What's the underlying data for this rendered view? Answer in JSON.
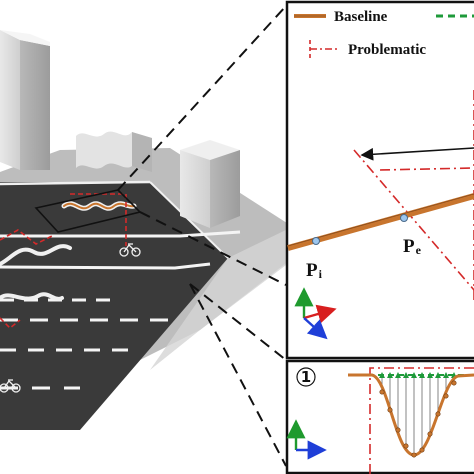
{
  "legend": {
    "baseline_label": "Baseline",
    "problematic_label": "Problematic"
  },
  "points": {
    "p_i": {
      "main": "P",
      "sub": "i"
    },
    "p_e": {
      "main": "P",
      "sub": "e"
    }
  },
  "detail": {
    "step_number": "①"
  },
  "colors": {
    "baseline": "#c8752e",
    "problematic": "#d42a2a",
    "green_curve": "#1e9a3a",
    "road": "#3a3a3a",
    "axis_blue": "#1f3fd8",
    "axis_red": "#d81f1f",
    "axis_green": "#1f9a2e"
  }
}
